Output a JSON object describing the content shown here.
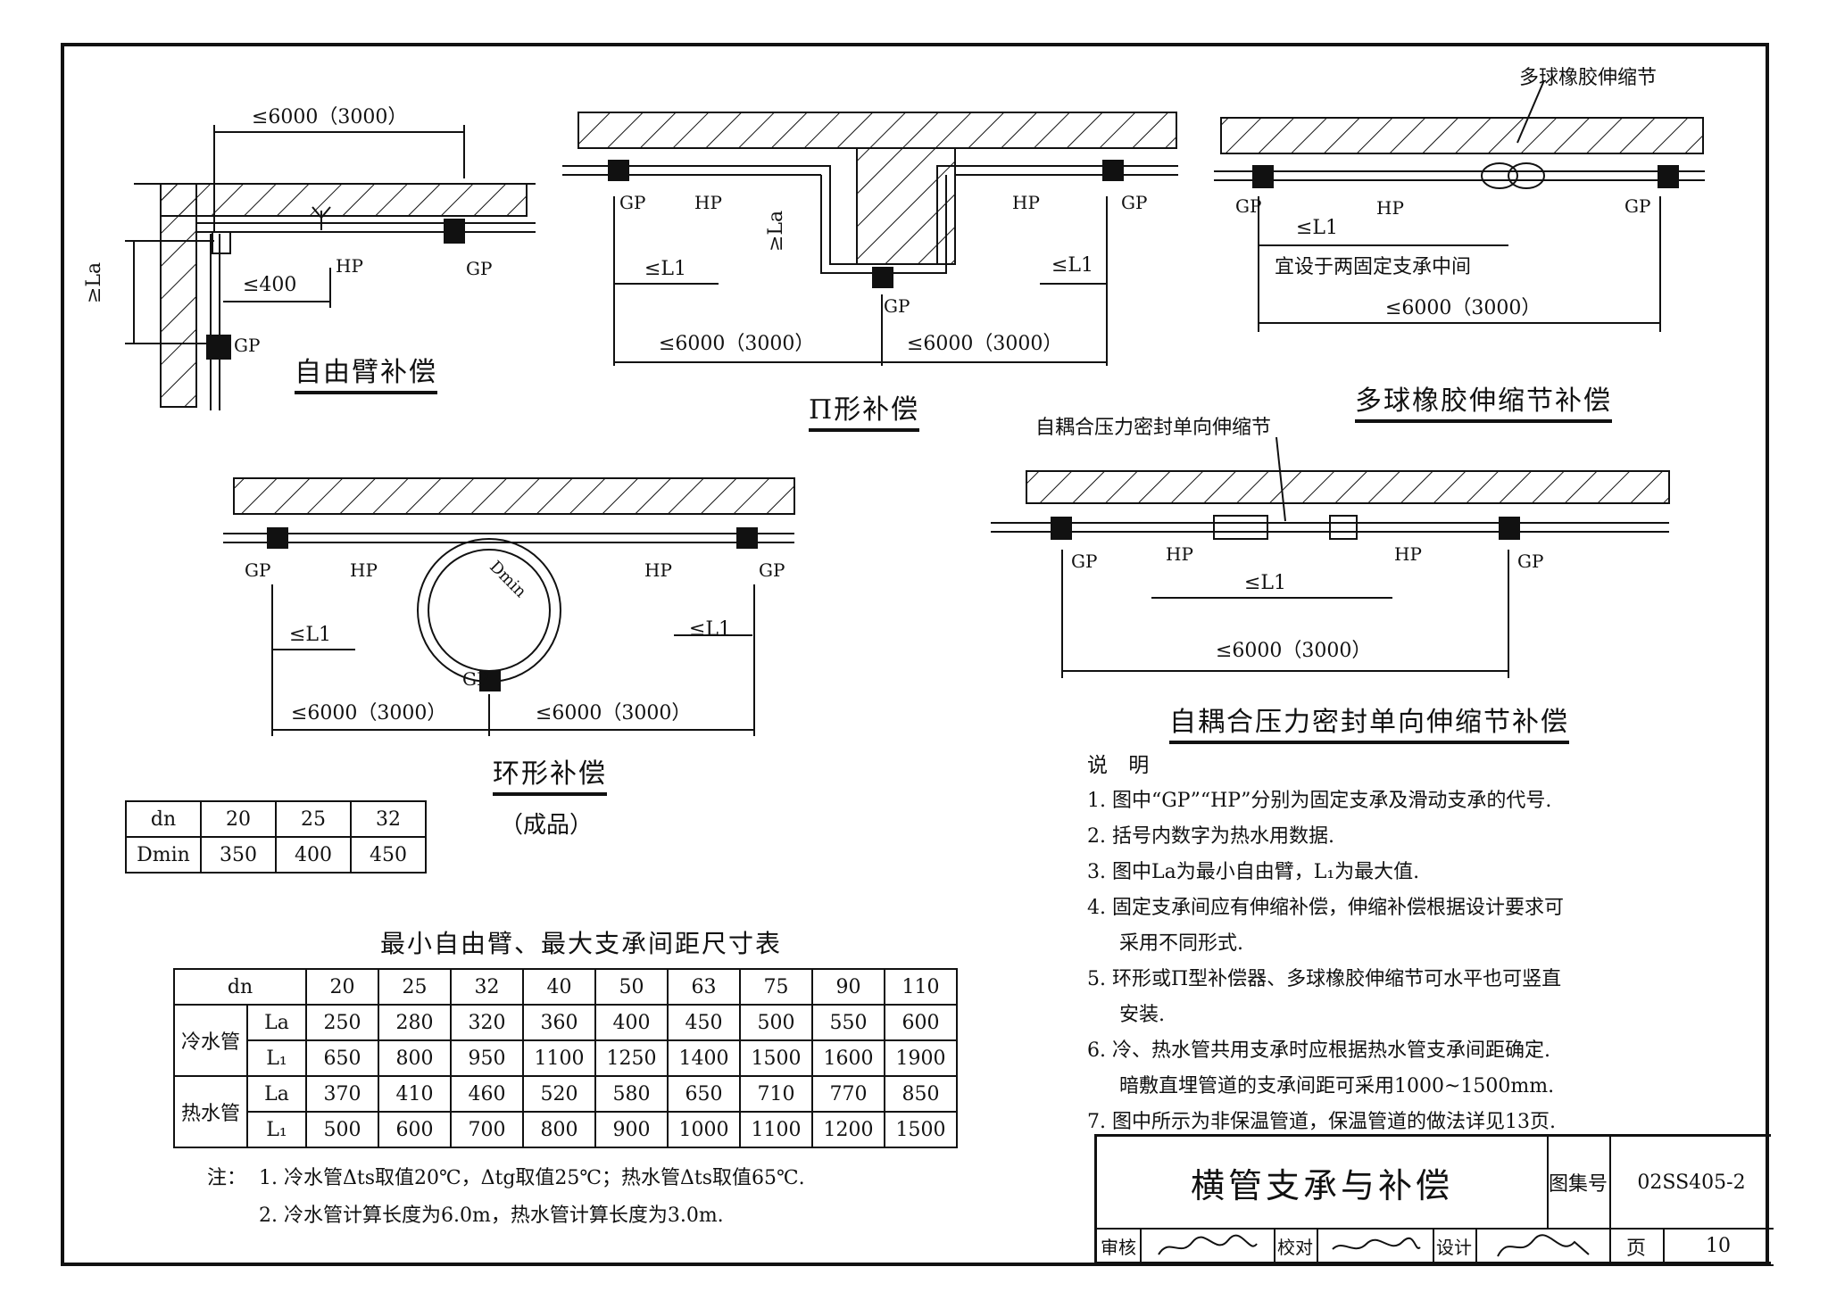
{
  "drawing": {
    "sections": {
      "free_arm": {
        "title": "自由臂补偿",
        "dim_span": "≤6000（3000）",
        "dim_la": "≥La",
        "dim_400": "≤400",
        "gp": "GP",
        "hp": "HP",
        "gp2": "GP"
      },
      "pi_shape": {
        "title": "Π形补偿",
        "gp_left": "GP",
        "hp_left": "HP",
        "hp_right": "HP",
        "gp_right": "GP",
        "gp_bottom": "GP",
        "la": "≥La",
        "l1_left": "≤L1",
        "l1_right": "≤L1",
        "span_left": "≤6000（3000）",
        "span_right": "≤6000（3000）"
      },
      "multi_ball": {
        "title": "多球橡胶伸缩节补偿",
        "callout": "多球橡胶伸缩节",
        "gp_left": "GP",
        "hp": "HP",
        "gp_right": "GP",
        "l1": "≤L1",
        "middle_note": "宜设于两固定支承中间",
        "span": "≤6000（3000）"
      },
      "ring": {
        "title": "环形补偿",
        "subtitle": "（成品）",
        "gp_left": "GP",
        "hp_left": "HP",
        "hp_right": "HP",
        "gp_right": "GP",
        "gp_bottom": "GP",
        "dmin": "Dmin",
        "l1_left": "≤L1",
        "l1_right": "≤L1",
        "span_left": "≤6000（3000）",
        "span_right": "≤6000（3000）"
      },
      "self_coupling": {
        "title": "自耦合压力密封单向伸缩节补偿",
        "callout": "自耦合压力密封单向伸缩节",
        "gp_left": "GP",
        "hp_left": "HP",
        "hp_right": "HP",
        "gp_right": "GP",
        "l1": "≤L1",
        "span": "≤6000（3000）"
      }
    }
  },
  "dmin_table": {
    "rows": [
      [
        "dn",
        "20",
        "25",
        "32"
      ],
      [
        "Dmin",
        "350",
        "400",
        "450"
      ]
    ]
  },
  "main_table": {
    "caption": "最小自由臂、最大支承间距尺寸表",
    "header_label": "dn",
    "dn": [
      "20",
      "25",
      "32",
      "40",
      "50",
      "63",
      "75",
      "90",
      "110"
    ],
    "groups": [
      {
        "name": "冷水管",
        "rows": [
          {
            "label": "La",
            "values": [
              "250",
              "280",
              "320",
              "360",
              "400",
              "450",
              "500",
              "550",
              "600"
            ]
          },
          {
            "label": "L₁",
            "values": [
              "650",
              "800",
              "950",
              "1100",
              "1250",
              "1400",
              "1500",
              "1600",
              "1900"
            ]
          }
        ]
      },
      {
        "name": "热水管",
        "rows": [
          {
            "label": "La",
            "values": [
              "370",
              "410",
              "460",
              "520",
              "580",
              "650",
              "710",
              "770",
              "850"
            ]
          },
          {
            "label": "L₁",
            "values": [
              "500",
              "600",
              "700",
              "800",
              "900",
              "1000",
              "1100",
              "1200",
              "1500"
            ]
          }
        ]
      }
    ],
    "notes_label": "注：",
    "notes": [
      "1.  冷水管Δts取值20℃，Δtg取值25℃；热水管Δts取值65℃.",
      "2.  冷水管计算长度为6.0m，热水管计算长度为3.0m."
    ]
  },
  "explanation": {
    "heading": "说 明",
    "items": [
      "1. 图中“GP”“HP”分别为固定支承及滑动支承的代号.",
      "2. 括号内数字为热水用数据.",
      "3. 图中La为最小自由臂，L₁为最大值.",
      "4. 固定支承间应有伸缩补偿，伸缩补偿根据设计要求可",
      "采用不同形式.",
      "5. 环形或Π型补偿器、多球橡胶伸缩节可水平也可竖直",
      "安装.",
      "6. 冷、热水管共用支承时应根据热水管支承间距确定.",
      "暗敷直埋管道的支承间距可采用1000~1500mm.",
      "7. 图中所示为非保温管道，保温管道的做法详见13页."
    ]
  },
  "title_block": {
    "title": "横管支承与补偿",
    "atlas_label": "图集号",
    "atlas_no": "02SS405-2",
    "review_label": "审核",
    "check_label": "校对",
    "design_label": "设计",
    "page_label": "页",
    "page_no": "10"
  }
}
